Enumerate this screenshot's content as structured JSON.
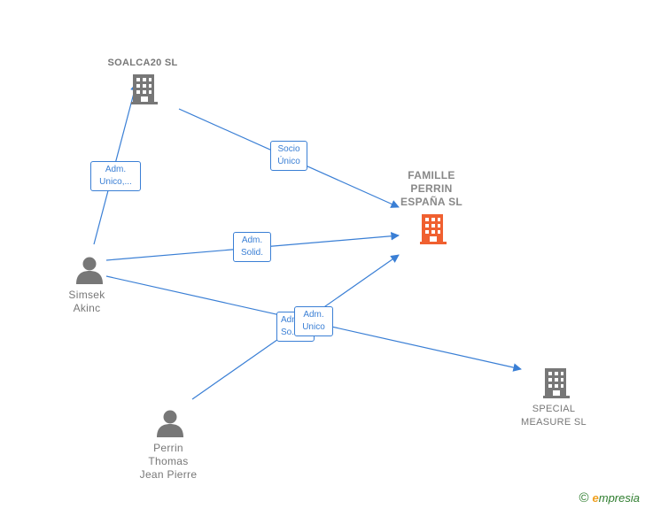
{
  "colors": {
    "edge": "#3a7fd5",
    "node_default": "#777777",
    "node_focus": "#f06030"
  },
  "nodes": {
    "soalca20": {
      "label": "SOALCA20  SL",
      "icon": "building-icon"
    },
    "famille": {
      "label": "FAMILLE\nPERRIN\nESPAÑA  SL",
      "icon": "building-icon"
    },
    "special": {
      "label": "SPECIAL\nMEASURE  SL",
      "icon": "building-icon"
    },
    "simsek": {
      "label": "Simsek\nAkinc",
      "icon": "person-icon"
    },
    "perrin": {
      "label": "Perrin\nThomas\nJean Pierre",
      "icon": "person-icon"
    }
  },
  "edges": {
    "simsek_soalca20": {
      "label": "Adm.\nUnico,..."
    },
    "soalca20_famille": {
      "label": "Socio\nÚnico"
    },
    "simsek_famille": {
      "label": "Adm.\nSolid."
    },
    "simsek_special": {
      "label": "Adm.\nSo..."
    },
    "perrin_famille": {
      "label": "Adm.\nUnico"
    }
  },
  "brand": {
    "copyright": "©",
    "name_initial": "e",
    "name_rest": "mpresia"
  }
}
